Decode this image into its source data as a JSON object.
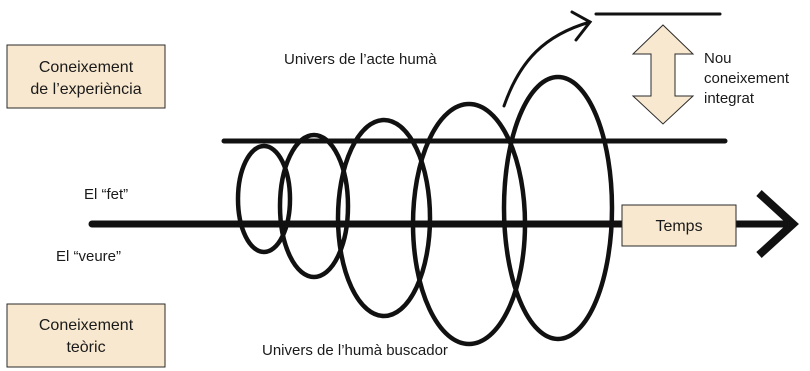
{
  "diagram": {
    "boxes": {
      "experience": {
        "line1": "Coneixement",
        "line2": "de l’experiència"
      },
      "theory": {
        "line1": "Coneixement",
        "line2": "teòric"
      },
      "time": "Temps"
    },
    "labels": {
      "universe_human_act": "Univers de l’acte humà",
      "universe_human_seeker": "Univers de l’humà buscador",
      "fact": "El “fet”",
      "seeing": "El “veure”",
      "new_knowledge": {
        "line1": "Nou",
        "line2": "coneixement",
        "line3": "integrat"
      }
    },
    "colors": {
      "box_fill": "#f8e8cf",
      "box_stroke": "#2a2a2a",
      "line": "#111111",
      "arrow_fill": "#f8e8cf"
    }
  }
}
